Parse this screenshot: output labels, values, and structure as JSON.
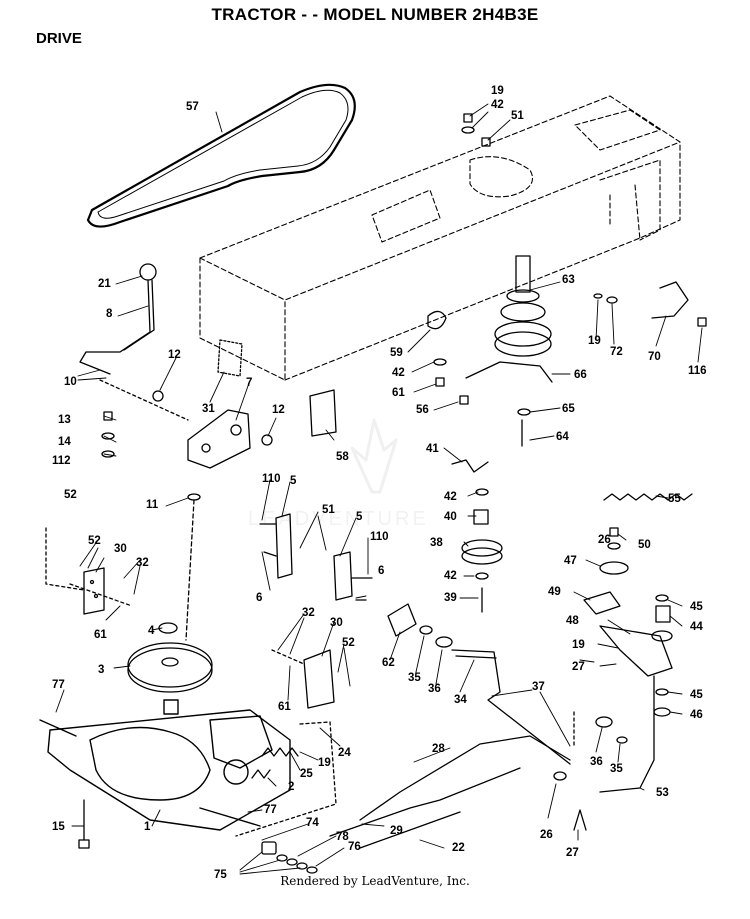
{
  "header": {
    "title": "TRACTOR - - MODEL NUMBER 2H4B3E",
    "section": "DRIVE"
  },
  "footer": {
    "text": "Rendered by LeadVenture, Inc."
  },
  "watermark": {
    "text": "LEADVENTURE"
  },
  "callouts": [
    {
      "id": "c57",
      "text": "57"
    },
    {
      "id": "c19a",
      "text": "19"
    },
    {
      "id": "c42a",
      "text": "42"
    },
    {
      "id": "c51a",
      "text": "51"
    },
    {
      "id": "c21",
      "text": "21"
    },
    {
      "id": "c8",
      "text": "8"
    },
    {
      "id": "c63",
      "text": "63"
    },
    {
      "id": "c19b",
      "text": "19"
    },
    {
      "id": "c72",
      "text": "72"
    },
    {
      "id": "c70",
      "text": "70"
    },
    {
      "id": "c116",
      "text": "116"
    },
    {
      "id": "c59",
      "text": "59"
    },
    {
      "id": "c12a",
      "text": "12"
    },
    {
      "id": "c10",
      "text": "10"
    },
    {
      "id": "c31",
      "text": "31"
    },
    {
      "id": "c7",
      "text": "7"
    },
    {
      "id": "c42b",
      "text": "42"
    },
    {
      "id": "c61a",
      "text": "61"
    },
    {
      "id": "c66",
      "text": "66"
    },
    {
      "id": "c56",
      "text": "56"
    },
    {
      "id": "c65",
      "text": "65"
    },
    {
      "id": "c13",
      "text": "13"
    },
    {
      "id": "c12b",
      "text": "12"
    },
    {
      "id": "c14",
      "text": "14"
    },
    {
      "id": "c112",
      "text": "112"
    },
    {
      "id": "c58",
      "text": "58"
    },
    {
      "id": "c64",
      "text": "64"
    },
    {
      "id": "c41",
      "text": "41"
    },
    {
      "id": "c55",
      "text": "55"
    },
    {
      "id": "c52a",
      "text": "52"
    },
    {
      "id": "c11",
      "text": "11"
    },
    {
      "id": "c110a",
      "text": "110"
    },
    {
      "id": "c5a",
      "text": "5"
    },
    {
      "id": "c42c",
      "text": "42"
    },
    {
      "id": "c40",
      "text": "40"
    },
    {
      "id": "c52b",
      "text": "52"
    },
    {
      "id": "c30a",
      "text": "30"
    },
    {
      "id": "c51b",
      "text": "51"
    },
    {
      "id": "c5b",
      "text": "5"
    },
    {
      "id": "c26a",
      "text": "26"
    },
    {
      "id": "c50",
      "text": "50"
    },
    {
      "id": "c32a",
      "text": "32"
    },
    {
      "id": "c110b",
      "text": "110"
    },
    {
      "id": "c38",
      "text": "38"
    },
    {
      "id": "c47",
      "text": "47"
    },
    {
      "id": "c6a",
      "text": "6"
    },
    {
      "id": "c6b",
      "text": "6"
    },
    {
      "id": "c42d",
      "text": "42"
    },
    {
      "id": "c49",
      "text": "49"
    },
    {
      "id": "c39",
      "text": "39"
    },
    {
      "id": "c45a",
      "text": "45"
    },
    {
      "id": "c61b",
      "text": "61"
    },
    {
      "id": "c4",
      "text": "4"
    },
    {
      "id": "c48",
      "text": "48"
    },
    {
      "id": "c44",
      "text": "44"
    },
    {
      "id": "c32b",
      "text": "32"
    },
    {
      "id": "c30b",
      "text": "30"
    },
    {
      "id": "c52c",
      "text": "52"
    },
    {
      "id": "c19c",
      "text": "19"
    },
    {
      "id": "c3",
      "text": "3"
    },
    {
      "id": "c62",
      "text": "62"
    },
    {
      "id": "c35a",
      "text": "35"
    },
    {
      "id": "c36a",
      "text": "36"
    },
    {
      "id": "c27a",
      "text": "27"
    },
    {
      "id": "c77a",
      "text": "77"
    },
    {
      "id": "c61c",
      "text": "61"
    },
    {
      "id": "c34",
      "text": "34"
    },
    {
      "id": "c37",
      "text": "37"
    },
    {
      "id": "c45b",
      "text": "45"
    },
    {
      "id": "c46",
      "text": "46"
    },
    {
      "id": "c24",
      "text": "24"
    },
    {
      "id": "c28",
      "text": "28"
    },
    {
      "id": "c19d",
      "text": "19"
    },
    {
      "id": "c25",
      "text": "25"
    },
    {
      "id": "c36b",
      "text": "36"
    },
    {
      "id": "c35b",
      "text": "35"
    },
    {
      "id": "c2",
      "text": "2"
    },
    {
      "id": "c53",
      "text": "53"
    },
    {
      "id": "c77b",
      "text": "77"
    },
    {
      "id": "c15",
      "text": "15"
    },
    {
      "id": "c1",
      "text": "1"
    },
    {
      "id": "c74",
      "text": "74"
    },
    {
      "id": "c29",
      "text": "29"
    },
    {
      "id": "c26b",
      "text": "26"
    },
    {
      "id": "c78",
      "text": "78"
    },
    {
      "id": "c76",
      "text": "76"
    },
    {
      "id": "c22",
      "text": "22"
    },
    {
      "id": "c27b",
      "text": "27"
    },
    {
      "id": "c75",
      "text": "75"
    }
  ]
}
